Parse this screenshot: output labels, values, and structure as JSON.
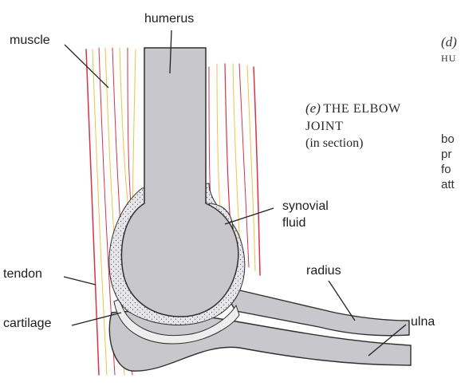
{
  "labels": {
    "humerus": "humerus",
    "muscle": "muscle",
    "synovial": "synovial",
    "fluid": "fluid",
    "tendon": "tendon",
    "radius": "radius",
    "cartilage": "cartilage",
    "ulna": "ulna"
  },
  "caption": {
    "letter": "(e)",
    "title_line1": "THE ELBOW",
    "title_line2": "JOINT",
    "subtitle": "(in section)"
  },
  "cropped_text": {
    "d_letter": "(d)",
    "hu": "HU",
    "lines": [
      "bo",
      "pr",
      "fo",
      "att"
    ]
  },
  "colors": {
    "bone": "#c8c8cc",
    "bone_outline": "#2f2f2f",
    "muscle_red": "#d8324a",
    "muscle_yellow": "#e9c44a",
    "background": "#ffffff"
  }
}
